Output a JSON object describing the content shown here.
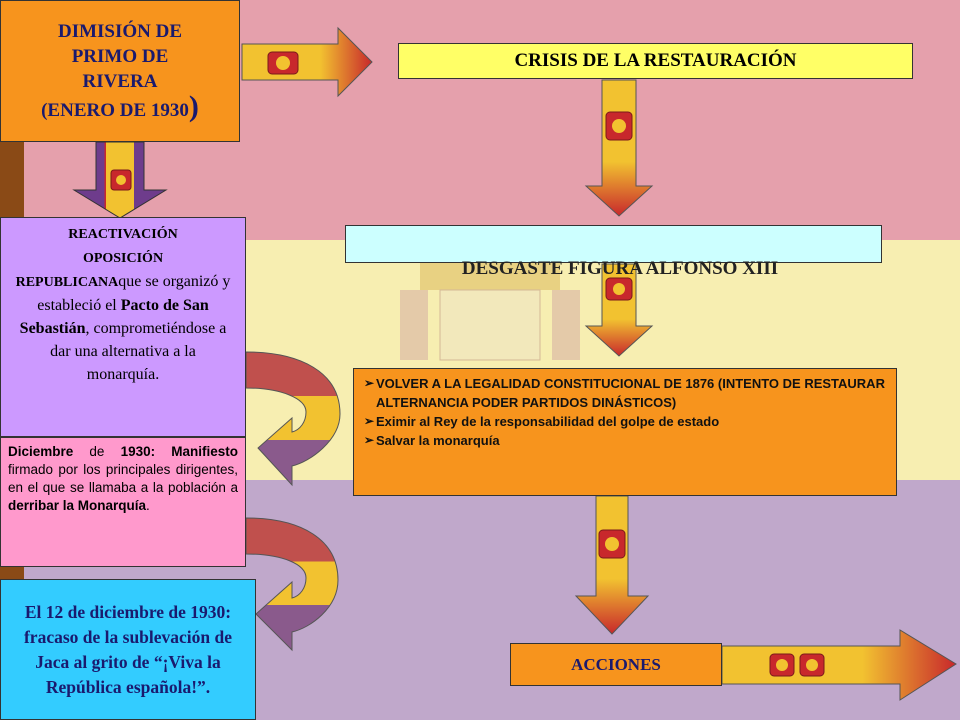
{
  "boxes": {
    "dimision": {
      "line1": "DIMISIÓN DE",
      "line2": "PRIMO DE",
      "line3": "RIVERA",
      "line4": "(ENERO DE 1930",
      "line4_close": ")"
    },
    "crisis": "CRISIS DE LA RESTAURACIÓN",
    "desgaste": "DESGASTE FIGURA ALFONSO XIII",
    "reactivacion": {
      "title1": "REACTIVACIÓN",
      "title2": "OPOSICIÓN",
      "title3": "REPUBLICANA",
      "text1": "que se organizó y estableció el ",
      "bold1": "Pacto de San Sebastián",
      "text2": ", comprometiéndose a dar una alternativa a la monarquía."
    },
    "diciembre": {
      "bold1": "Diciembre",
      "text1": " de ",
      "bold2": "1930:",
      "text2": " ",
      "bold3": "Manifiesto",
      "text3": " firmado por los principales dirigentes, en el que se llamaba a la población a ",
      "bold4": "derribar la Monarquía",
      "text4": "."
    },
    "jaca": "El 12 de diciembre de 1930: fracaso de la sublevación de Jaca al grito de “¡Viva la República española!”.",
    "volver": {
      "items": [
        "VOLVER A LA LEGALIDAD CONSTITUCIONAL DE 1876 (INTENTO DE RESTAURAR ALTERNANCIA PODER PARTIDOS DINÁSTICOS)",
        "Eximir al Rey de la responsabilidad del golpe de estado",
        "Salvar la monarquía"
      ]
    },
    "acciones": "ACCIONES"
  },
  "colors": {
    "band_red": "#e5a0ac",
    "band_yellow": "#f7eeb1",
    "band_purple": "#c0a8cb",
    "flag_red": "#c8282c",
    "flag_yellow": "#f2c230",
    "flag_purple": "#6e3c8c"
  }
}
